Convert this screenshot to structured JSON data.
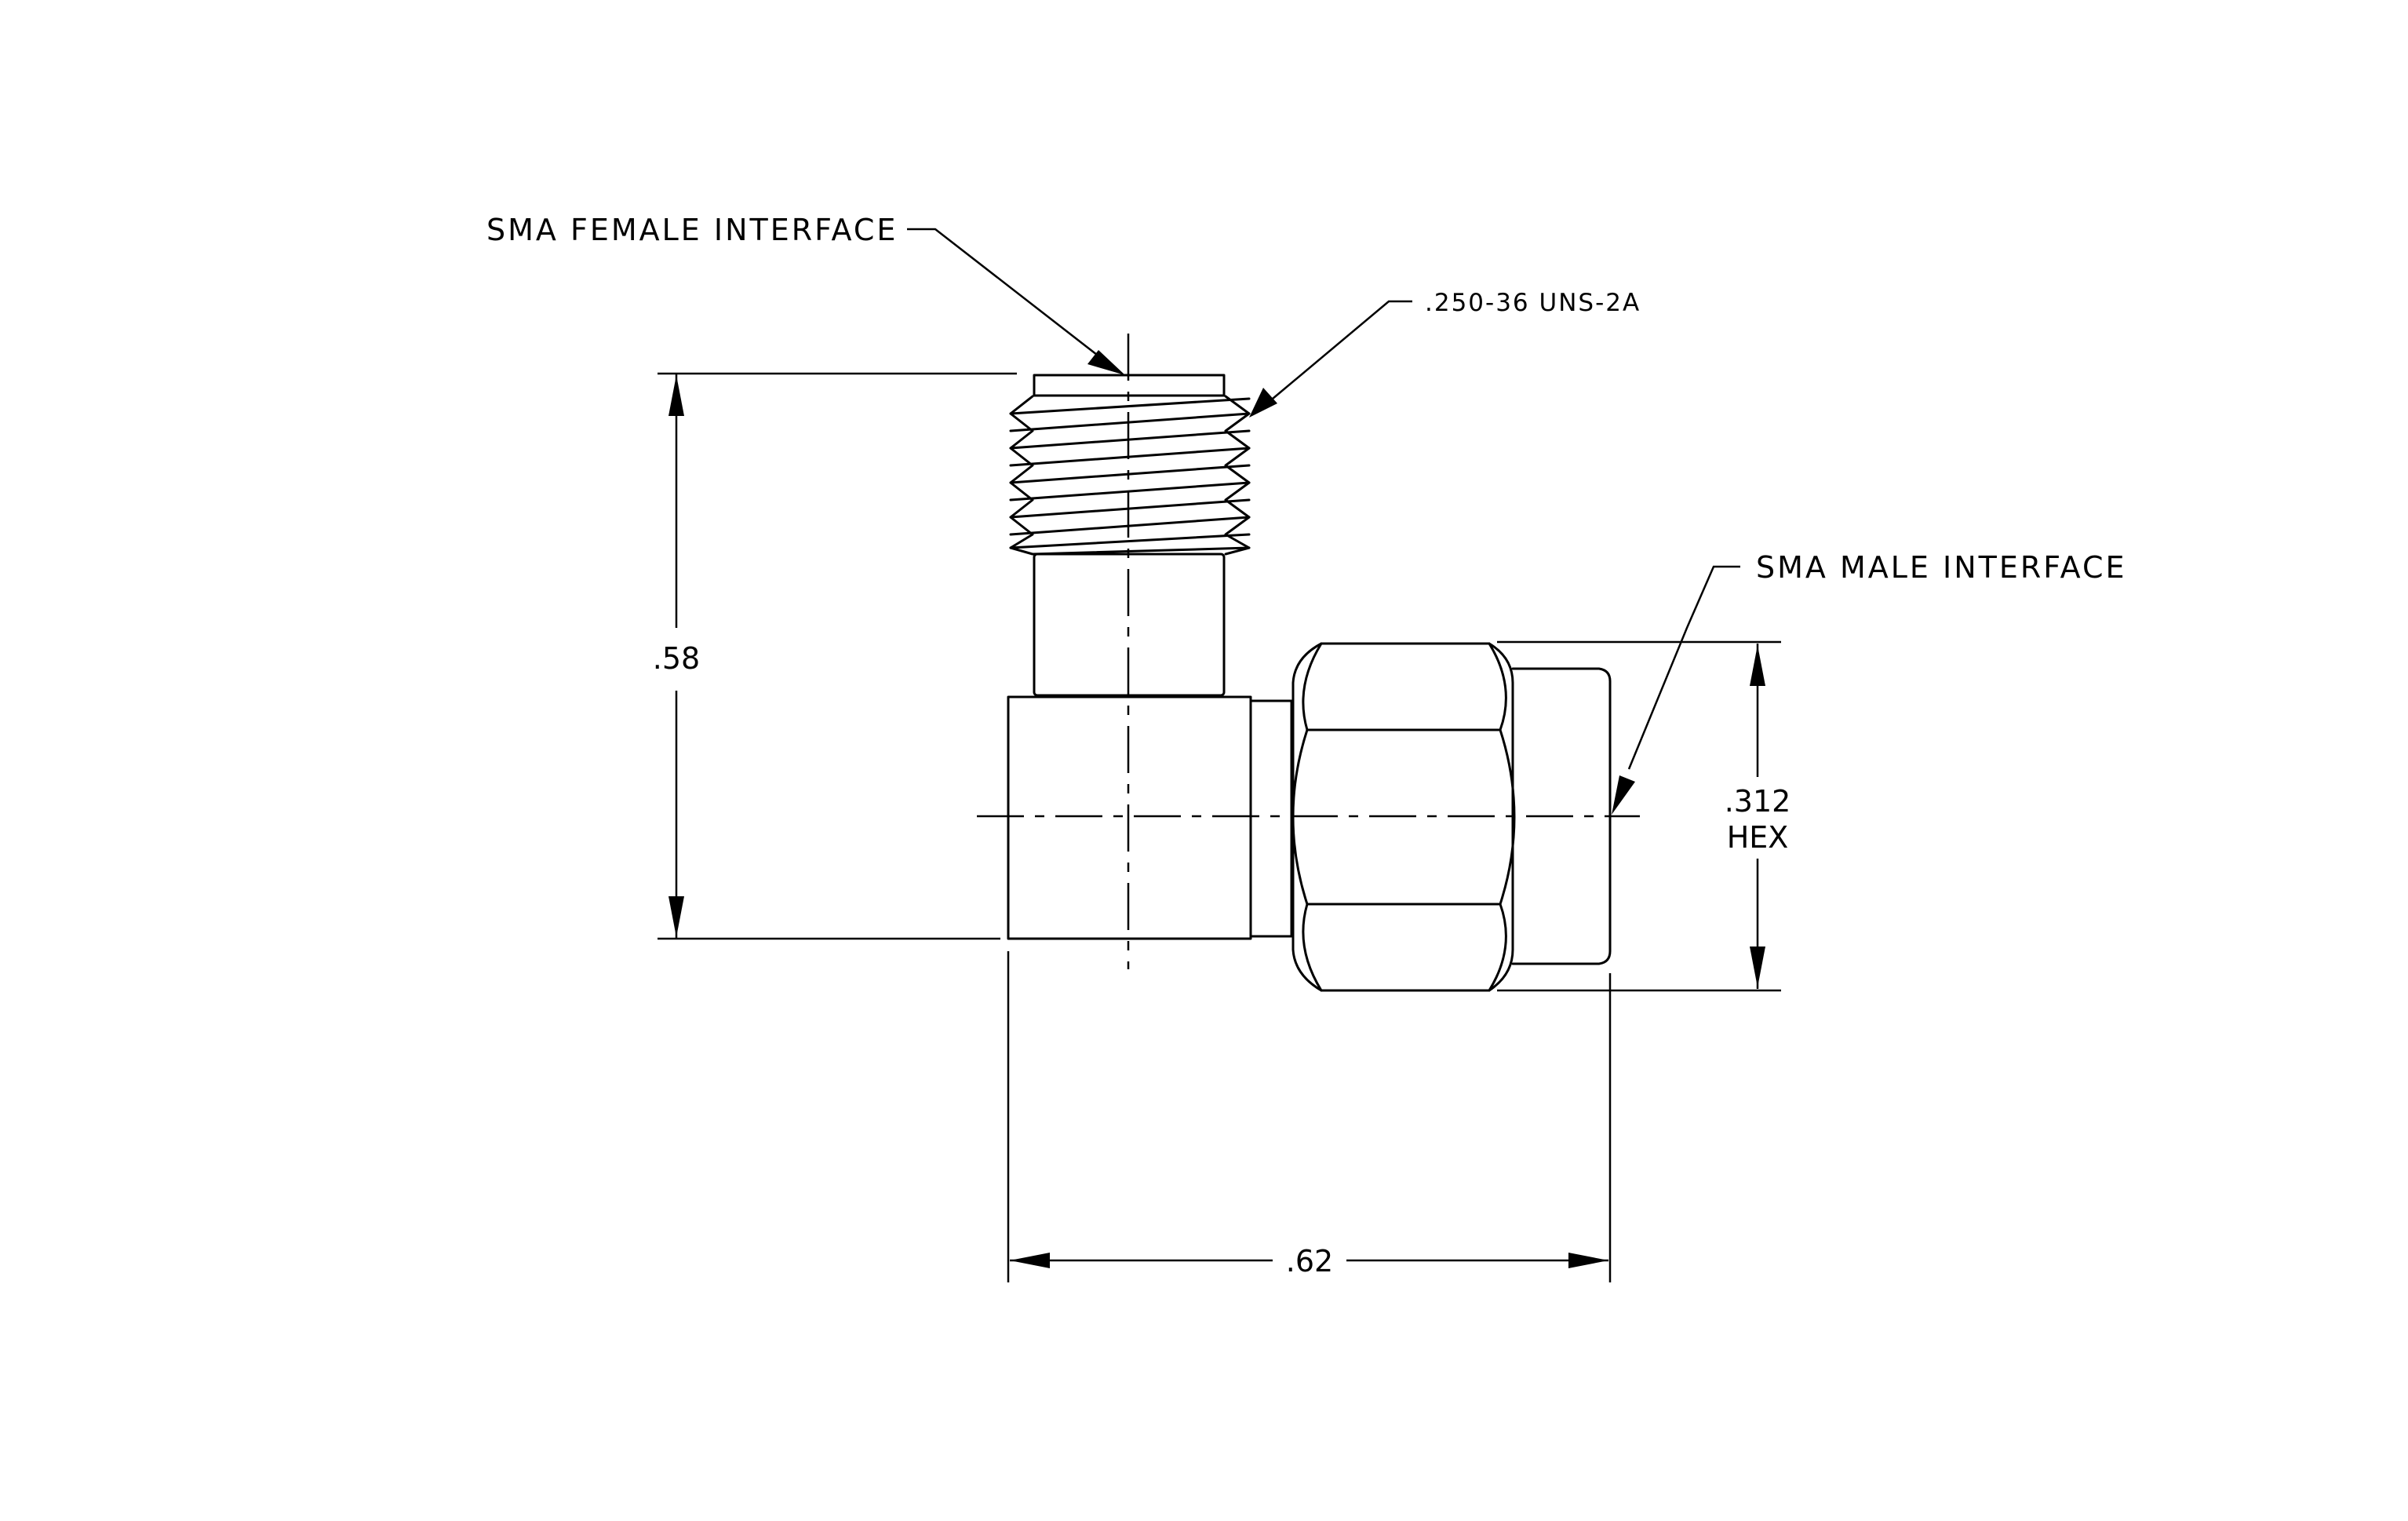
{
  "labels": {
    "female_interface": "SMA FEMALE INTERFACE",
    "thread_spec": ".250-36 UNS-2A",
    "male_interface": "SMA MALE INTERFACE"
  },
  "dimensions": {
    "height": ".58",
    "width": ".62",
    "hex_value": ".312",
    "hex_label": "HEX"
  }
}
